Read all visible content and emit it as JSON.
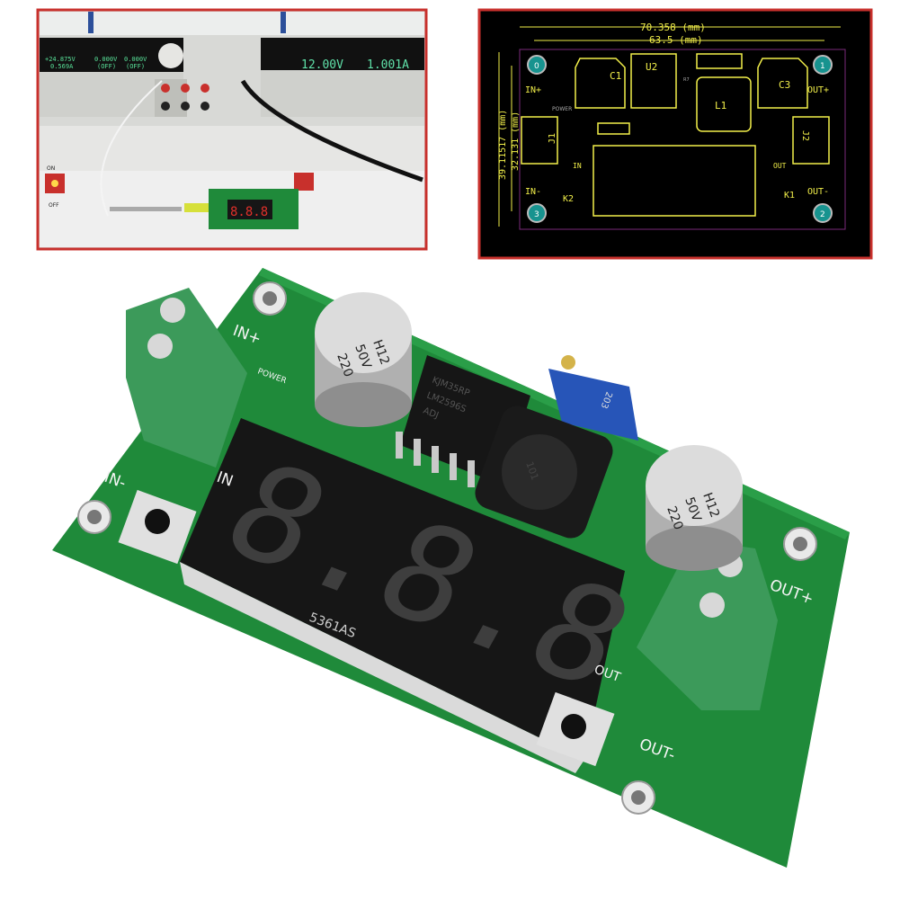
{
  "lab_photo": {
    "psu_readouts": [
      "+24.875V",
      "0.569A",
      "0.000V",
      "(OFF)",
      "0.000V",
      "(OFF)"
    ],
    "load_readouts": [
      "12.00V",
      "1.001A"
    ],
    "switch_on": "ON",
    "switch_off": "OFF",
    "module_display": "8.8.8"
  },
  "pcb_layout": {
    "width_outer": "70.358 (mm)",
    "width_inner": "63.5 (mm)",
    "height_outer": "39.11517 (mm)",
    "height_inner": "32.131 (mm)",
    "parts": {
      "c1": "C1",
      "u2": "U2",
      "c3": "C3",
      "l1": "L1",
      "j1": "J1",
      "j2": "J2",
      "k1": "K1",
      "k2": "K2",
      "r7": "R7"
    },
    "labels": {
      "in_plus": "IN+",
      "out_plus": "OUT+",
      "in_minus": "IN-",
      "out_minus": "OUT-",
      "power": "POWER",
      "in": "IN",
      "out": "OUT"
    },
    "holes": [
      "0",
      "1",
      "2",
      "3"
    ]
  },
  "module": {
    "in_plus": "IN+",
    "in_minus": "IN-",
    "in": "IN",
    "power": "POWER",
    "out": "OUT",
    "out_plus": "OUT+",
    "out_minus": "OUT-",
    "display_part": "5361AS",
    "cap_lines": [
      "220",
      "50V",
      "H12"
    ],
    "regulator_lines": [
      "KJM35RP",
      "LM2596S",
      "ADJ"
    ],
    "trimmer": "203",
    "inductor": "101",
    "colors": {
      "board": "#1f8a3a",
      "terminal": "#3c9a5a",
      "frame": "#c8302c"
    }
  }
}
